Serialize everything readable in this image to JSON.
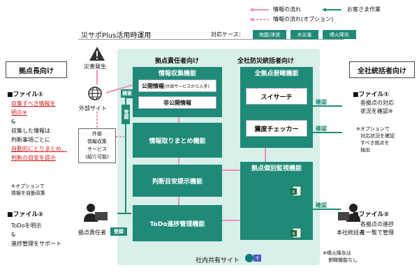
{
  "colors": {
    "teal": "#1f8a78",
    "light_teal_area": "#d9efe9",
    "pink_flow": "#f08fbf",
    "red_text": "#d01f1f",
    "orange_box": "#f2b23a"
  },
  "legend": {
    "info_flow": "情報の流れ",
    "info_flow_optional": "情報の流れ(オプション)",
    "customer_work": "お客さま作業"
  },
  "title": "災サポPlus活用時運用",
  "cases": {
    "label": "対応ケース：",
    "items": [
      "地震/津波",
      "水災害",
      "噴火降灰"
    ]
  },
  "left": {
    "heading": "拠点長向け",
    "file1_label": "■ファイル①",
    "file1_lines": [
      "収集すべき情報を",
      "明示※",
      "&",
      "収集した情報は",
      "判断事項ごとに",
      "自動的にとりまとめ、",
      "判断の目安を提示"
    ],
    "note": [
      "※オプションで",
      "情報を自動収集"
    ],
    "file2_label": "■ファイル②",
    "file2_lines": [
      "ToDoを明示",
      "&",
      "進捗管理をサポート"
    ]
  },
  "right": {
    "heading": "全社統括者向け",
    "file1_label": "■ファイル①",
    "file1_lines": [
      "各拠点の対応",
      "状況を確認※"
    ],
    "note": [
      "※オプションで",
      "対応状況を確認",
      "すべき拠点を",
      "抽出"
    ],
    "file2_label": "■ファイル②",
    "file2_lines": [
      "各拠点の進捗",
      "を一覧で管理"
    ]
  },
  "flow": {
    "disaster": "災害発生",
    "external_site": "外部サイト",
    "ext_service": [
      "外部",
      "情報収集",
      "サービス",
      "(紹介可能)"
    ],
    "site_manager": "拠点責任者",
    "hq_manager": "本社統括者",
    "search": "検索",
    "register": "登録",
    "register2": "登録",
    "confirm": [
      "確認",
      "確認",
      "確認"
    ],
    "shared_site": "社内共有サイト",
    "note_ash": [
      "※噴火降灰は",
      "俯瞰機能なし"
    ]
  },
  "center": {
    "site_label": "拠点責任者向け",
    "hq_label": "全社防災統括者向け",
    "collect": "情報収集機能",
    "public_info": "公開情報",
    "public_info_sub": "(外部サービスから入手)",
    "private_info": "非公開情報",
    "summary": "情報取りまとめ機能",
    "judge": "判断目安提示機能",
    "todo": "ToDo進捗管理機能",
    "overview": "全拠点俯瞰機能",
    "search_tool": "スイサーチ",
    "quake_tool": "震度チェッカー",
    "monitor": "拠点個別監視機能"
  }
}
